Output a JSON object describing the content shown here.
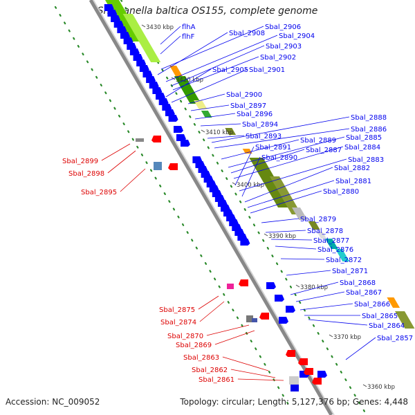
{
  "title": "Shewanella baltica OS155, complete genome",
  "footer": {
    "accession": "Accession: NC_009052",
    "topology": "Topology: circular; Length: 5,127,376 bp; Genes: 4,448"
  },
  "colors": {
    "forward_label": "#0000ee",
    "reverse_label": "#dd0000",
    "backbone": "#888888",
    "gene_blue": "#0000ff",
    "gene_red": "#ff0000",
    "dots": "#2a8a2a"
  },
  "kbp_ticks": [
    "3430 kbp",
    "3420 kbp",
    "3410 kbp",
    "3400 kbp",
    "3390 kbp",
    "3380 kbp",
    "3370 kbp",
    "3360 kbp"
  ],
  "forward_labels": [
    "flhA",
    "flhF",
    "Sbal_2906",
    "Sbal_2908",
    "Sbal_2904",
    "Sbal_2903",
    "Sbal_2902",
    "Sbal_2905",
    "Sbal_2901",
    "Sbal_2900",
    "Sbal_2897",
    "Sbal_2896",
    "Sbal_2894",
    "Sbal_2893",
    "Sbal_2888",
    "Sbal_2886",
    "Sbal_2889",
    "Sbal_2885",
    "Sbal_2887",
    "Sbal_2884",
    "Sbal_2891",
    "Sbal_2883",
    "Sbal_2890",
    "Sbal_2882",
    "Sbal_2881",
    "Sbal_2880",
    "Sbal_2879",
    "Sbal_2878",
    "Sbal_2877",
    "Sbal_2876",
    "Sbal_2872",
    "Sbal_2871",
    "Sbal_2868",
    "Sbal_2867",
    "Sbal_2866",
    "Sbal_2865",
    "Sbal_2864",
    "Sbal_2857"
  ],
  "reverse_labels": [
    "Sbal_2899",
    "Sbal_2898",
    "Sbal_2895",
    "Sbal_2875",
    "Sbal_2874",
    "Sbal_2870",
    "Sbal_2869",
    "Sbal_2863",
    "Sbal_2862",
    "Sbal_2861"
  ]
}
